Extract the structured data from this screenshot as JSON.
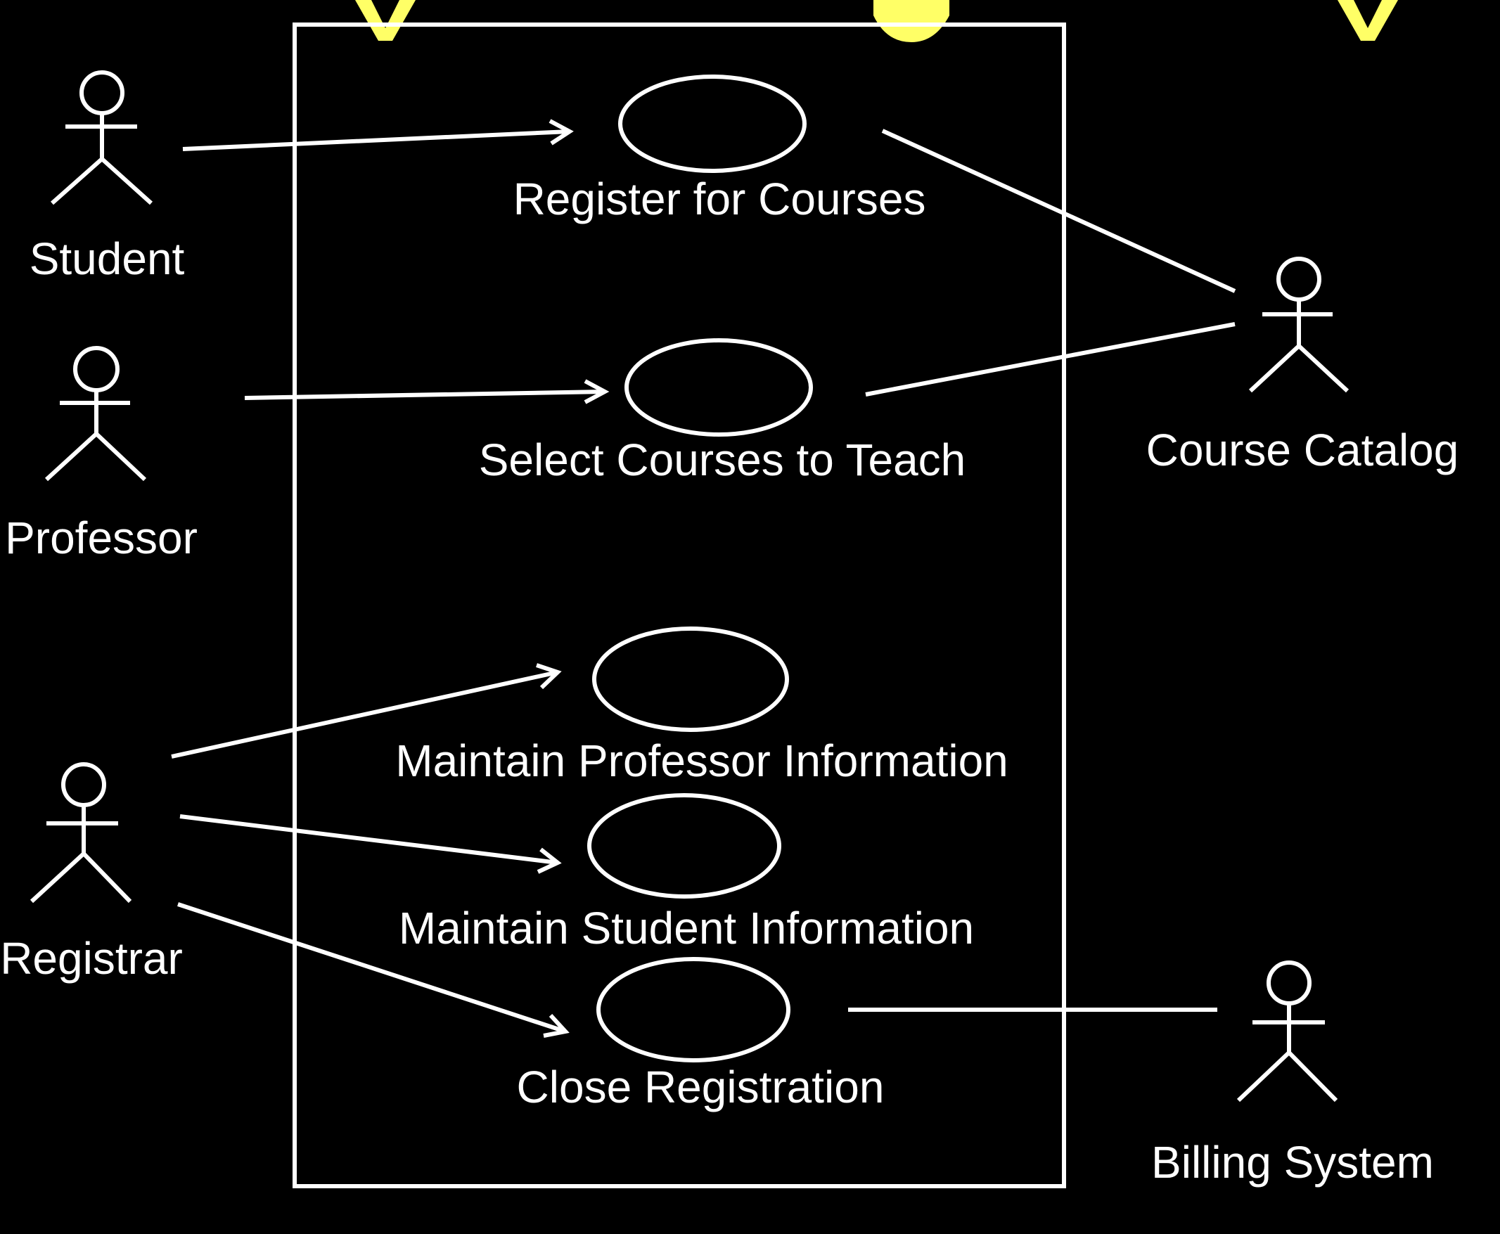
{
  "colors": {
    "background": "#000000",
    "foreground": "#ffffff",
    "title_fragment": "#ffff66"
  },
  "actors": {
    "student": "Student",
    "professor": "Professor",
    "registrar": "Registrar",
    "course_catalog": "Course Catalog",
    "billing_system": "Billing System"
  },
  "use_cases": {
    "register_for_courses": "Register for Courses",
    "select_courses_to_teach": "Select Courses to Teach",
    "maintain_professor_information": "Maintain Professor Information",
    "maintain_student_information": "Maintain Student Information",
    "close_registration": "Close Registration"
  },
  "associations": [
    {
      "from": "Student",
      "to": "Register for Courses",
      "directed": true
    },
    {
      "from": "Professor",
      "to": "Select Courses to Teach",
      "directed": true
    },
    {
      "from": "Registrar",
      "to": "Maintain Professor Information",
      "directed": true
    },
    {
      "from": "Registrar",
      "to": "Maintain Student Information",
      "directed": true
    },
    {
      "from": "Registrar",
      "to": "Close Registration",
      "directed": true
    },
    {
      "from": "Register for Courses",
      "to": "Course Catalog",
      "directed": false
    },
    {
      "from": "Select Courses to Teach",
      "to": "Course Catalog",
      "directed": false
    },
    {
      "from": "Close Registration",
      "to": "Billing System",
      "directed": false
    }
  ]
}
